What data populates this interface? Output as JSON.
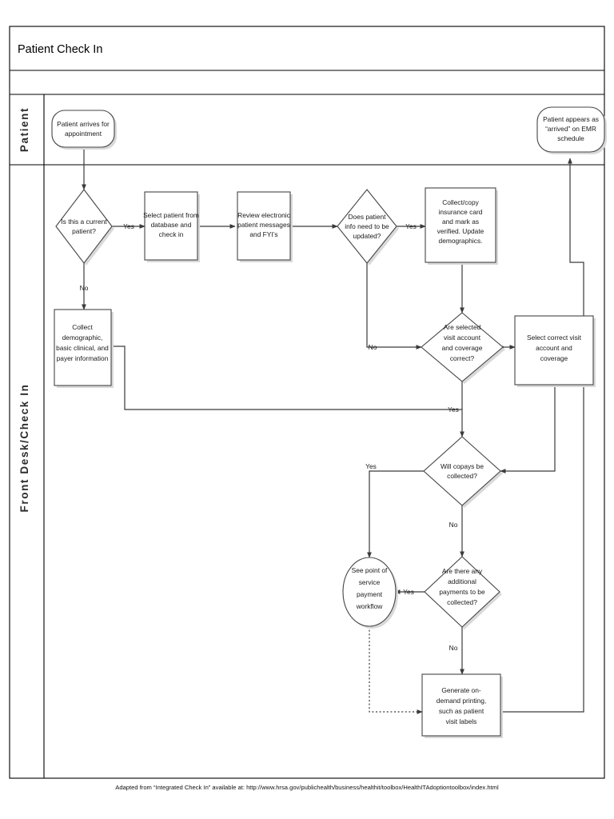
{
  "document": {
    "title": "Patient Check In",
    "footer_note": "Adapted from “Integrated Check In” available at: http://www.hrsa.gov/publichealth/business/healthit/toolbox/HealthITAdoptiontoolbox/index.html"
  },
  "lanes": [
    {
      "id": "patient",
      "label": "Patient"
    },
    {
      "id": "front-desk",
      "label": "Front Desk/Check In"
    }
  ],
  "nodes": {
    "start_patient_arrives": {
      "shape": "terminator",
      "lines": [
        "Patient arrives for",
        "appointment"
      ]
    },
    "end_patient_arrived_emr": {
      "shape": "terminator",
      "lines": [
        "Patient appears as",
        "“arrived” on EMR",
        "schedule"
      ]
    },
    "d_current_patient": {
      "shape": "decision",
      "lines": [
        "Is this a current",
        "patient?"
      ]
    },
    "p_select_patient": {
      "shape": "process",
      "lines": [
        "Select patient from",
        "database and",
        "check in"
      ]
    },
    "p_review_messages": {
      "shape": "process",
      "lines": [
        "Review electronic",
        "patient messages",
        "and FYI’s"
      ]
    },
    "d_info_update": {
      "shape": "decision",
      "lines": [
        "Does patient",
        "info need to be",
        "updated?"
      ]
    },
    "p_collect_insurance": {
      "shape": "process",
      "lines": [
        "Collect/copy",
        "insurance card",
        "and mark as",
        "verified. Update",
        "demographics."
      ]
    },
    "p_collect_demographic": {
      "shape": "process",
      "lines": [
        "Collect",
        "demographic,",
        "basic clinical, and",
        "payer information"
      ]
    },
    "d_visit_account_correct": {
      "shape": "decision",
      "lines": [
        "Are selected",
        "visit account",
        "and coverage",
        "correct?"
      ]
    },
    "p_select_correct_visit": {
      "shape": "process",
      "lines": [
        "Select correct visit",
        "account and",
        "coverage"
      ]
    },
    "d_copays_collected": {
      "shape": "decision",
      "lines": [
        "Will copays be",
        "collected?"
      ]
    },
    "o_point_of_service": {
      "shape": "ellipse",
      "lines": [
        "See point of",
        "service",
        "payment",
        "workflow"
      ]
    },
    "d_additional_payments": {
      "shape": "decision",
      "lines": [
        "Are there any",
        "additional",
        "payments to be",
        "collected?"
      ]
    },
    "p_generate_printing": {
      "shape": "process",
      "lines": [
        "Generate on-",
        "demand printing,",
        "such as patient",
        "visit labels"
      ]
    }
  },
  "edge_labels": {
    "current_patient_yes": "Yes",
    "current_patient_no": "No",
    "info_update_yes": "Yes",
    "info_update_no": "No",
    "visit_account_no": "No",
    "visit_account_yes": "Yes",
    "copays_yes": "Yes",
    "copays_no": "No",
    "additional_yes": "Yes",
    "additional_no": "No"
  },
  "colors": {
    "shape_stroke": "#444444",
    "shape_fill": "#ffffff",
    "shadow": "#d9d9d9",
    "connector": "#3a3a3a",
    "frame": "#000000"
  }
}
